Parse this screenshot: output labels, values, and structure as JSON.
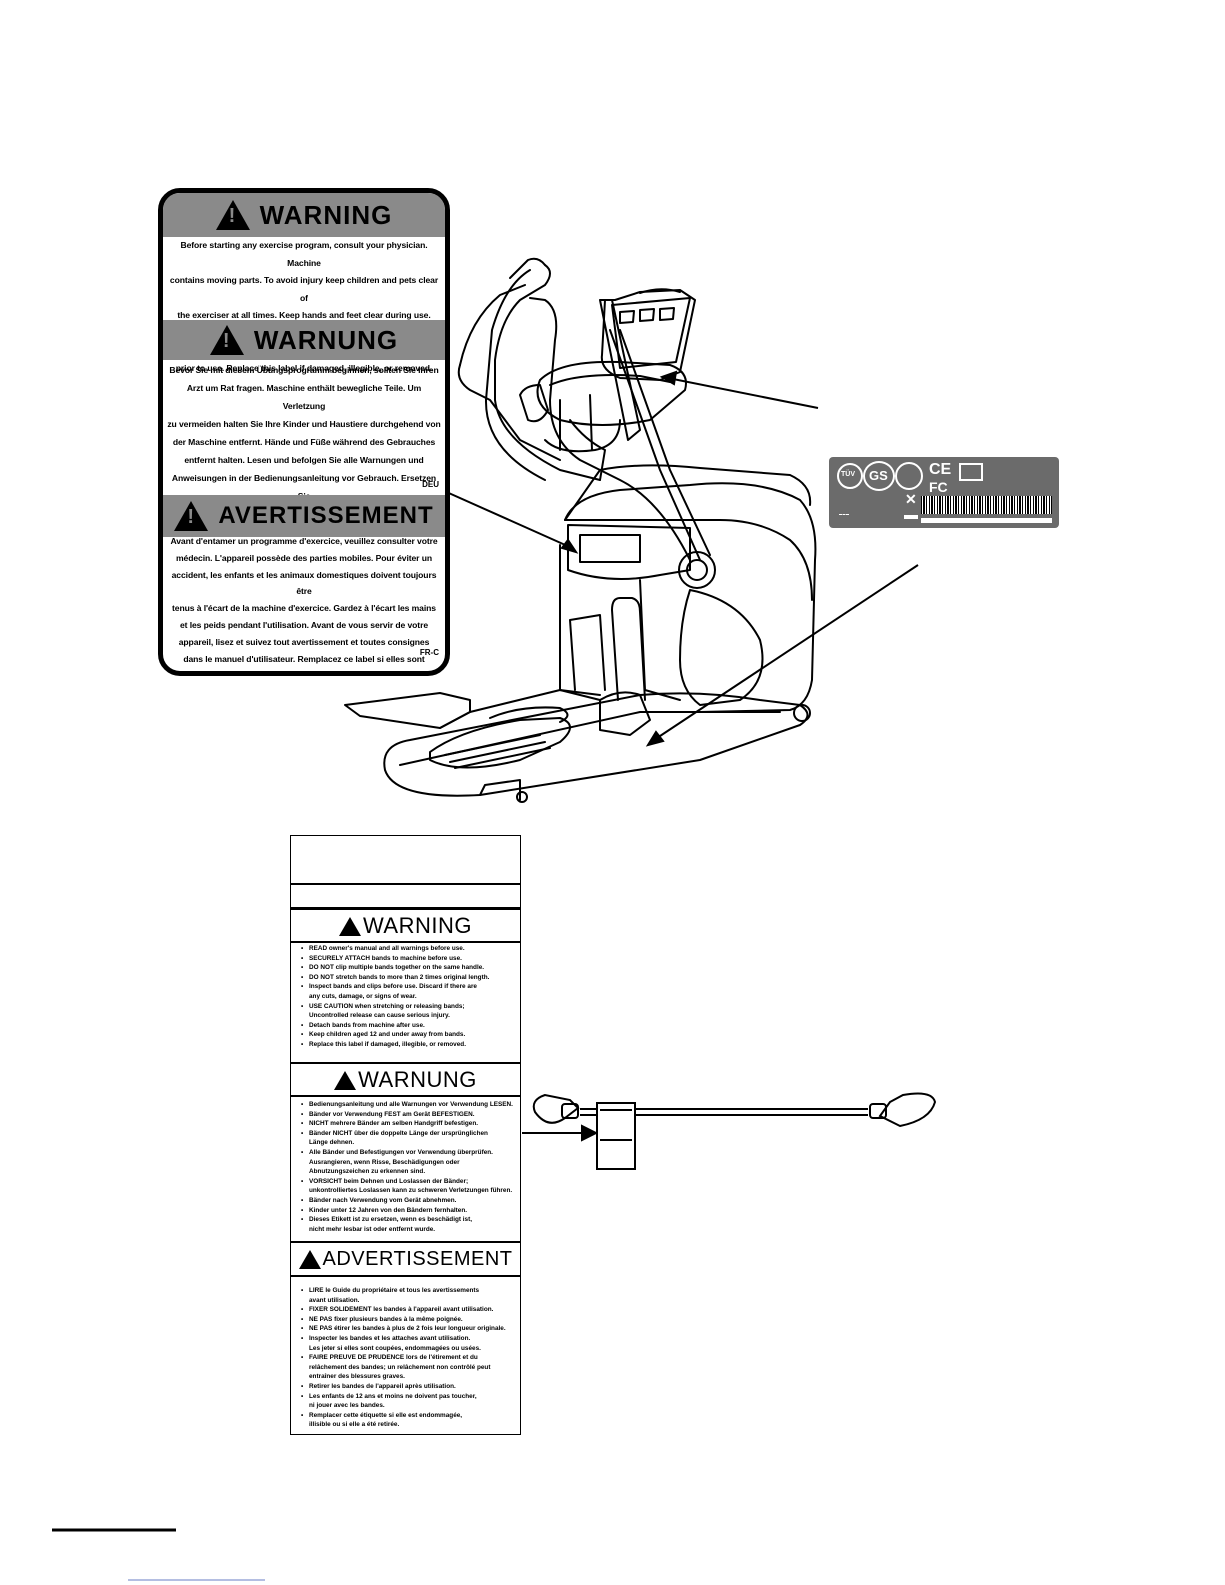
{
  "machine_warning_label": {
    "warning": {
      "title": "WARNING",
      "text": "Before starting any exercise program, consult your physician. Machine\ncontains moving parts.  To avoid injury keep children and pets clear of\nthe exerciser at all times. Keep hands and feet clear during use.\nReview and follow all warnings and instructions in the owner's manual\nprior to use.  Replace this label if damaged, illegible, or removed."
    },
    "warnung": {
      "title": "WARNUNG",
      "text": "Bevor Sie mit diesem Übungsprogramm beginnen, sollten Sie Ihren\nArzt um Rat fragen. Maschine enthält bewegliche Teile. Um Verletzung\nzu vermeiden halten Sie Ihre Kinder und Haustiere durchgehend von\nder Maschine entfernt. Hände und Füße während des Gebrauches\nentfernt halten. Lesen und befolgen Sie alle Warnungen und\nAnweisungen in der Bedienungsanleitung vor Gebrauch. Ersetzen Sie\ndieses Label wenn es unleserlich ist, beschädigt oder entfernt wurde.",
      "code": "DEU"
    },
    "avertissement": {
      "title": "AVERTISSEMENT",
      "text": "Avant d'entamer un programme d'exercice, veuillez consulter votre\nmédecin. L'appareil possède des parties mobiles. Pour éviter un\naccident, les enfants et les animaux domestiques doivent toujours être\ntenus à l'écart de la machine d'exercice. Gardez à l'écart les mains\net les peids pendant l'utilisation. Avant de vous servir de votre\nappareil, lisez et suivez tout avertissement et toutes consignes\ndans le manuel d'utilisateur. Remplacez ce label si elles sont\nendommagées, illisibles, ou enlevés.",
      "code": "FR-C"
    }
  },
  "cert_label": {
    "tuv": "TÜV",
    "gs": "GS",
    "ce": "CE",
    "fc": "FC",
    "icons": [
      "tuv-mark-icon",
      "gs-mark-icon",
      "tuv-seal-icon",
      "ce-mark-icon",
      "manual-info-icon",
      "weee-bin-icon",
      "barcode-icon"
    ]
  },
  "band_label": {
    "warning": {
      "title": "WARNING",
      "items": [
        "READ owner's manual and all warnings before use.",
        "SECURELY ATTACH bands to machine before use.",
        "DO NOT clip multiple bands together on the same handle.",
        "DO NOT stretch bands to more than 2 times original length.",
        "Inspect bands and clips before use.  Discard if there are\nany cuts, damage, or signs of wear.",
        "USE CAUTION when stretching or releasing bands;\nUncontrolled release can cause serious injury.",
        "Detach bands from machine after use.",
        "Keep children aged 12 and under away from bands.",
        "Replace this label if damaged, illegible, or removed."
      ]
    },
    "warnung": {
      "title": "WARNUNG",
      "items": [
        "Bedienungsanleitung und alle Warnungen vor Verwendung LESEN.",
        "Bänder vor Verwendung FEST am Gerät BEFESTIGEN.",
        "NICHT mehrere Bänder am selben Handgriff befestigen.",
        "Bänder NICHT über die doppelte Länge der ursprünglichen\nLänge dehnen.",
        "Alle Bänder und Befestigungen vor Verwendung überprüfen.\nAusrangieren, wenn Risse, Beschädigungen oder\nAbnutzungszeichen zu erkennen sind.",
        "VORSICHT beim Dehnen und Loslassen der Bänder;\nunkontrolliertes Loslassen kann zu schweren Verletzungen führen.",
        "Bänder nach Verwendung vom Gerät abnehmen.",
        "Kinder unter 12 Jahren von den Bändern fernhalten.",
        "Dieses Etikett ist zu ersetzen, wenn es beschädigt ist,\nnicht mehr lesbar ist oder entfernt wurde."
      ]
    },
    "advertissement": {
      "title": "ADVERTISSEMENT",
      "items": [
        "LIRE le Guide du propriétaire et tous les avertissements\navant utilisation.",
        "FIXER SOLIDEMENT les bandes à l'appareil avant utilisation.",
        "NE PAS fixer plusieurs bandes à la même poignée.",
        "NE PAS étirer les bandes à plus de 2 fois leur longueur originale.",
        "Inspecter les bandes et les attaches avant utilisation.\nLes jeter si elles sont coupées, endommagées ou usées.",
        "FAIRE PREUVE DE PRUDENCE lors de l'étirement et du\nrelâchement des bandes; un relâchement non contrôlé peut\nentraîner des blessures graves.",
        "Retirer les bandes de l'appareil après utilisation.",
        "Les enfants de 12 ans et moins ne doivent pas toucher,\nni jouer avec les bandes.",
        "Remplacer cette étiquette si elle est endommagée,\nillisible ou si elle a été retirée."
      ]
    }
  }
}
